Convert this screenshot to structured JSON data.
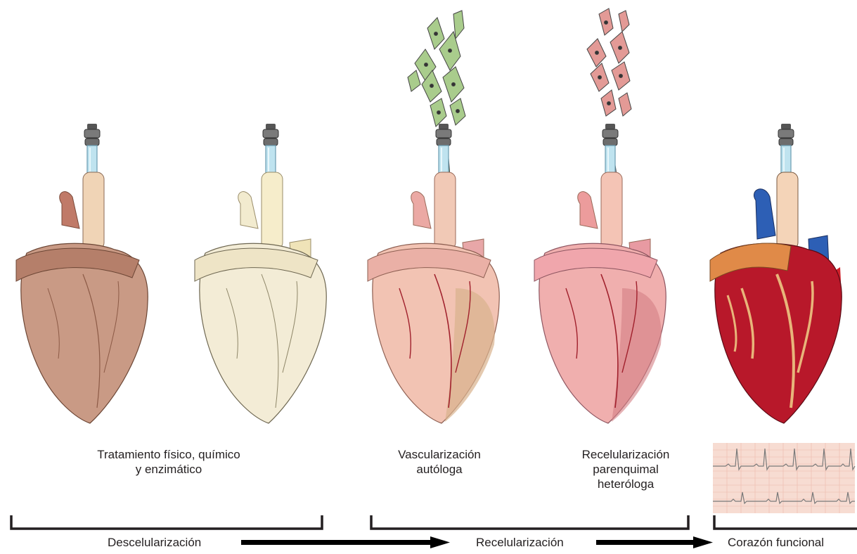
{
  "steps": [
    {
      "label": "Tratamiento físico, químico\ny enzimático"
    },
    {
      "label": "Vascularización\nautóloga"
    },
    {
      "label": "Recelularización\nparenquimal\nheteróloga"
    }
  ],
  "phases": [
    {
      "label": "Descelularización"
    },
    {
      "label": "Recelularización"
    },
    {
      "label": "Corazón funcional"
    }
  ],
  "hearts": [
    {
      "name": "cadaveric-heart",
      "fill": "#c99a85",
      "shade": "#9e6b56"
    },
    {
      "name": "decellularized-heart",
      "fill": "#f3ecd6",
      "shade": "#c9bd96"
    },
    {
      "name": "vascularized-heart",
      "fill": "#f2c3b3",
      "shade": "#c7a07a"
    },
    {
      "name": "recellularized-heart",
      "fill": "#f0afae",
      "shade": "#d47f84"
    },
    {
      "name": "functional-heart",
      "fill": "#b8182a",
      "shade": "#7a0f1c"
    }
  ],
  "colors": {
    "green_cells": "#a9cc8c",
    "pink_cells": "#e39a96",
    "ecg_bg": "#f7dcd2"
  }
}
